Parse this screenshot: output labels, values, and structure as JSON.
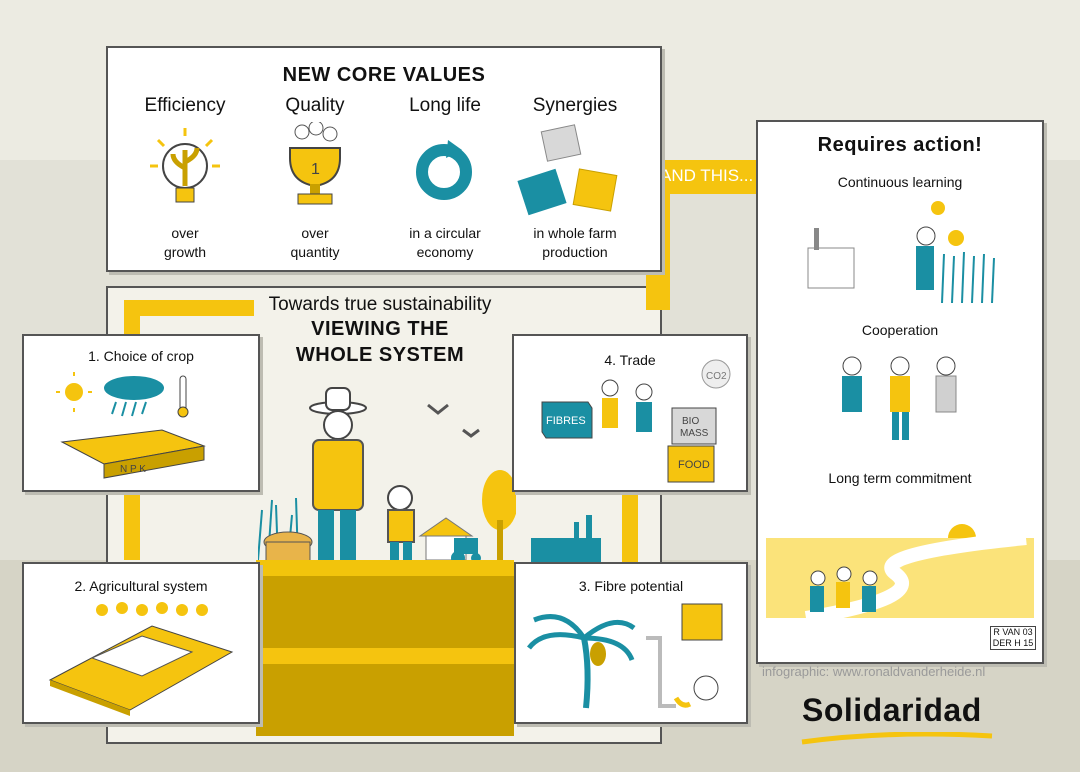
{
  "core_values": {
    "title": "NEW CORE VALUES",
    "items": [
      {
        "head": "Efficiency",
        "sub1": "over",
        "sub2": "growth",
        "icon": "lightbulb-plant-icon"
      },
      {
        "head": "Quality",
        "sub1": "over",
        "sub2": "quantity",
        "icon": "trophy-cotton-icon"
      },
      {
        "head": "Long life",
        "sub1": "in a circular",
        "sub2": "economy",
        "icon": "circular-arrow-icon"
      },
      {
        "head": "Synergies",
        "sub1": "in whole farm",
        "sub2": "production",
        "icon": "puzzle-pieces-icon"
      }
    ]
  },
  "connector": {
    "and_this": "AND THIS..."
  },
  "center": {
    "subtitle": "Towards true sustainability",
    "title_line1": "VIEWING THE",
    "title_line2": "WHOLE SYSTEM"
  },
  "steps": {
    "crop": "1. Choice of crop",
    "agri": "2. Agricultural system",
    "fibre": "3. Fibre potential",
    "trade": "4. Trade",
    "npk": "N P K",
    "co2": "CO2",
    "fibres_label": "FIBRES",
    "bio_label1": "BIO",
    "bio_label2": "MASS",
    "food_label": "FOOD"
  },
  "action": {
    "title": "Requires action!",
    "items": [
      "Continuous learning",
      "Cooperation",
      "Long term commitment"
    ],
    "signature_l1": "R VAN 03",
    "signature_l2": "DER H 15"
  },
  "credit": "infographic: www.ronaldvanderheide.nl",
  "logo": "Solidaridad",
  "colors": {
    "accent": "#f5c40f",
    "teal": "#1a8fa3",
    "dark_yellow": "#c9a000"
  }
}
